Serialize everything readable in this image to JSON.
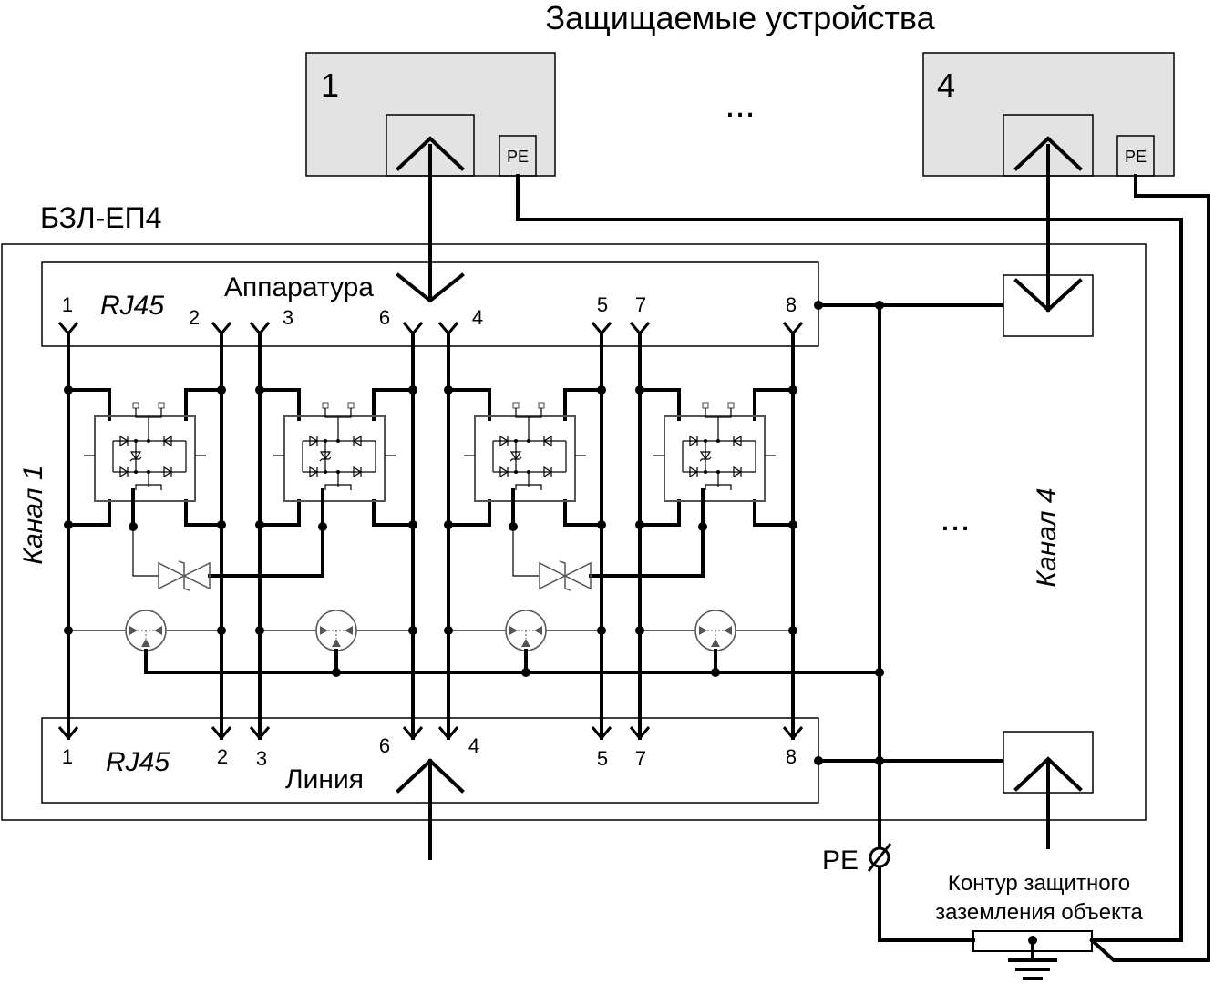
{
  "title": "Защищаемые устройства",
  "device_left": {
    "number": "1",
    "pe": "PE"
  },
  "device_right": {
    "number": "4",
    "pe": "PE"
  },
  "ellipsis": "...",
  "block_name": "БЗЛ-ЕП4",
  "top_port": {
    "name": "Аппаратура",
    "connector": "RJ45"
  },
  "bottom_port": {
    "name": "Линия",
    "connector": "RJ45"
  },
  "pins": [
    "1",
    "2",
    "3",
    "6",
    "4",
    "5",
    "7",
    "8"
  ],
  "channel_left": "Канал 1",
  "channel_right": "Канал 4",
  "pe_terminal": "PE",
  "ground_contour": {
    "line1": "Контур защитного",
    "line2": "заземления объекта"
  },
  "colors": {
    "device_fill": "#e3e3e3",
    "wire": "#000000",
    "component": "#666666"
  }
}
